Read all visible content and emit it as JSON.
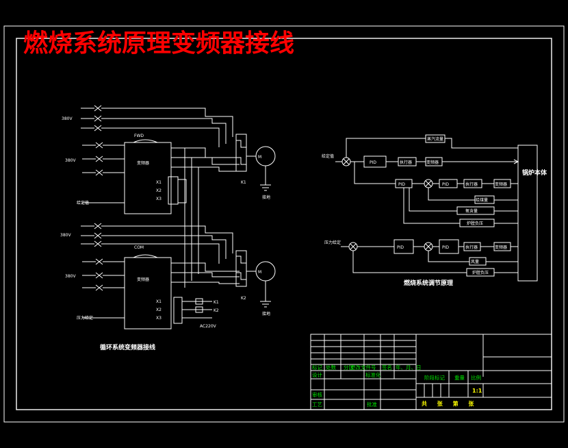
{
  "title": "燃烧系统原理变频器接线",
  "left_diagram": {
    "caption": "循环系统变频器接线",
    "inputs": [
      "380V",
      "380V",
      "380V"
    ],
    "vfd_labels": [
      "变频器",
      "变频器"
    ],
    "motor_label": "M",
    "ground_label": "接地",
    "terminals_top": [
      "FWD",
      "COM"
    ],
    "terminals_side": [
      "X1",
      "X2",
      "X3"
    ],
    "label_ac": "AC220V",
    "label_k": [
      "K1",
      "K2"
    ]
  },
  "right_diagram": {
    "caption": "燃烧系统调节原理",
    "boiler_label": "锅炉本体",
    "blocks": [
      "PID",
      "PID",
      "PID",
      "执行器",
      "执行器",
      "变频器",
      "变频器",
      "变频器"
    ],
    "feedback_labels": [
      "蒸汽流量",
      "氧含量",
      "炉膛负压",
      "给煤量",
      "风量"
    ],
    "setpoint_labels": [
      "给定值",
      "压力给定"
    ]
  },
  "title_block": {
    "row_labels": [
      "标记",
      "处数",
      "分区",
      "更改文件号",
      "签名",
      "年、月、日"
    ],
    "design": "设计",
    "standard": "标准化",
    "review": "审核",
    "process": "工艺",
    "approve": "批准",
    "stage_mark": "阶段标记",
    "weight": "重量",
    "scale": "比例",
    "scale_value": "1:1",
    "sheets": "共  张  第  张"
  }
}
